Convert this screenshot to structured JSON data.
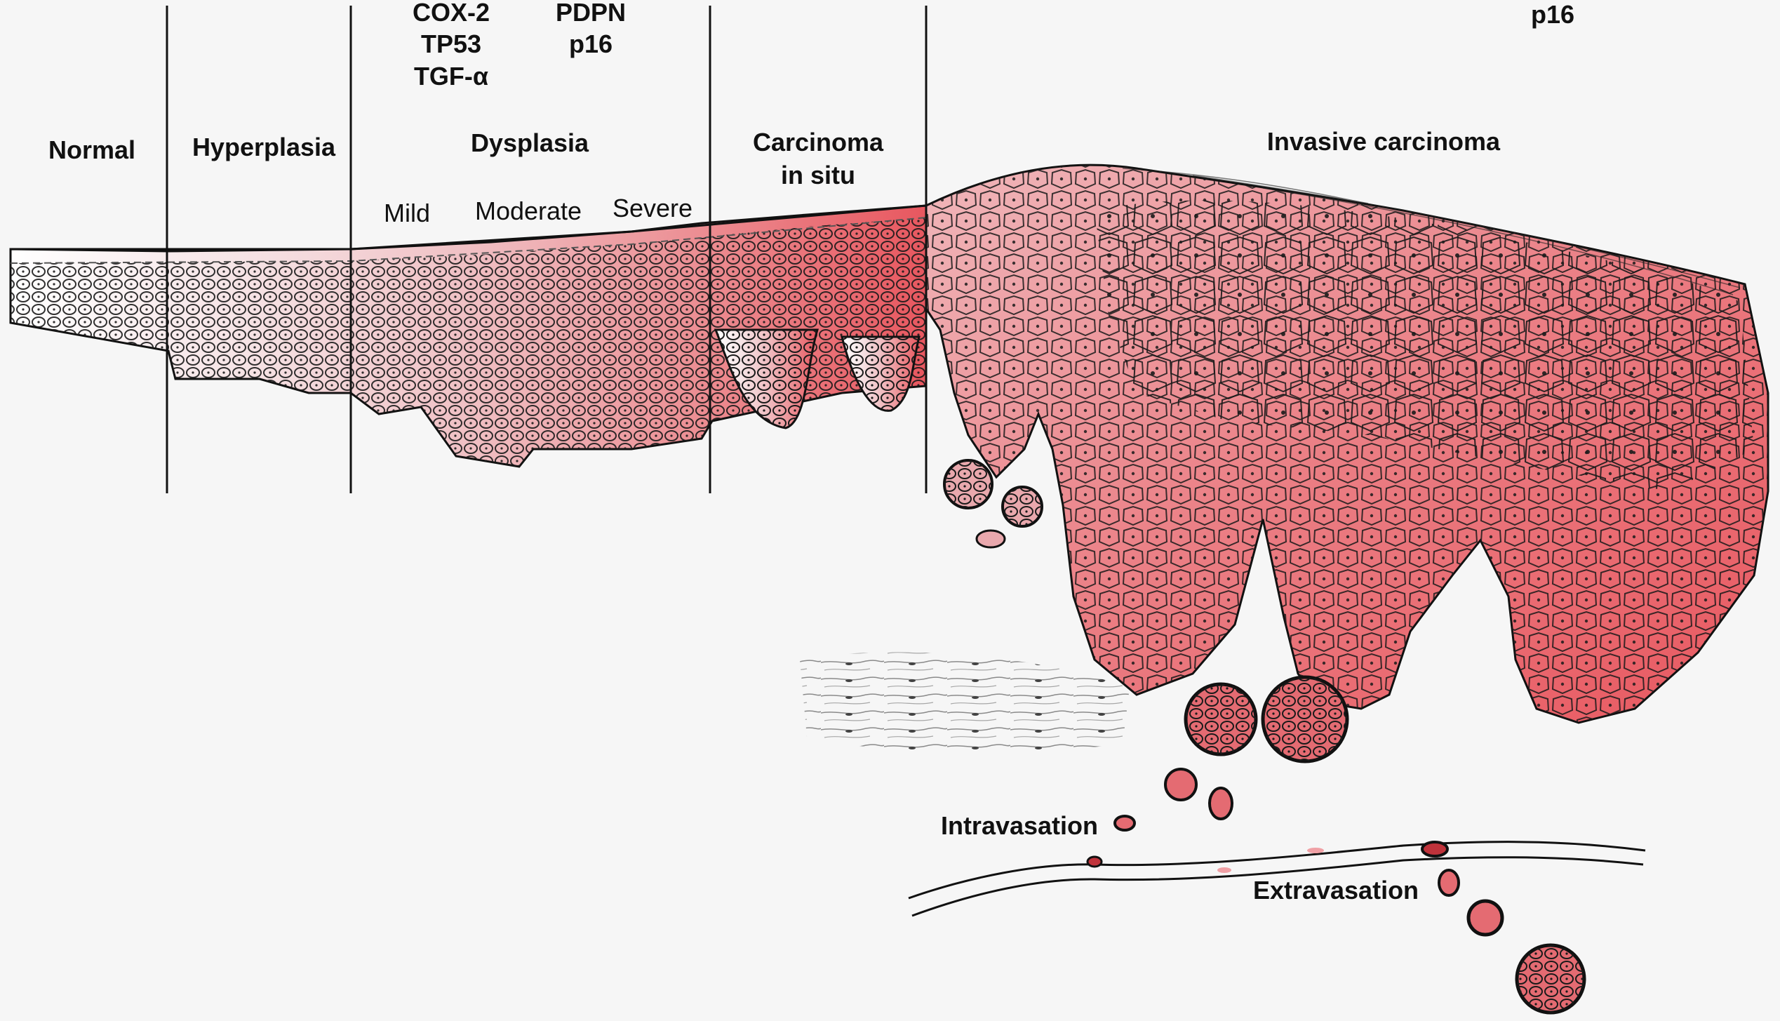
{
  "stages": {
    "normal": "Normal",
    "hyperplasia": "Hyperplasia",
    "dysplasia": "Dysplasia",
    "cis_line1": "Carcinoma",
    "cis_line2": "in situ",
    "invasive": "Invasive carcinoma"
  },
  "dysplasia_grades": {
    "mild": "Mild",
    "moderate": "Moderate",
    "severe": "Severe"
  },
  "markers": {
    "group_a": [
      "COX-2",
      "TP53",
      "TGF-α"
    ],
    "group_b": [
      "PDPN",
      "p16"
    ],
    "group_c": [
      "p16"
    ]
  },
  "process_labels": {
    "intravasation": "Intravasation",
    "extravasation": "Extravasation"
  },
  "colors": {
    "background": "#f6f6f6",
    "tumor_red": "#e8575f",
    "tumor_pale": "#f3d3d6",
    "outline": "#111111"
  }
}
